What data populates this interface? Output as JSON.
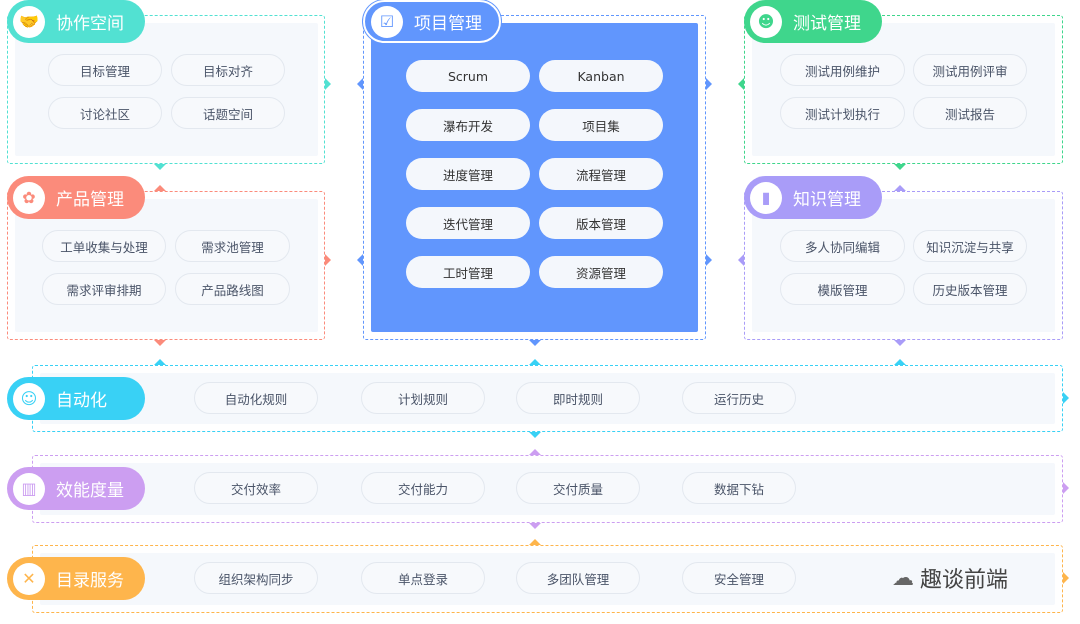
{
  "modules": [
    {
      "id": "collab",
      "title": "协作空间",
      "icon": "handshake-icon",
      "color": "#52e1d2",
      "items": [
        "目标管理",
        "目标对齐",
        "讨论社区",
        "话题空间"
      ]
    },
    {
      "id": "product",
      "title": "产品管理",
      "icon": "grid-icon",
      "color": "#fb8b7b",
      "items": [
        "工单收集与处理",
        "需求池管理",
        "需求评审排期",
        "产品路线图"
      ]
    },
    {
      "id": "project",
      "title": "项目管理",
      "icon": "folder-checklist-icon",
      "color": "#6196fd",
      "items": [
        "Scrum",
        "Kanban",
        "瀑布开发",
        "项目集",
        "进度管理",
        "流程管理",
        "迭代管理",
        "版本管理",
        "工时管理",
        "资源管理"
      ]
    },
    {
      "id": "testing",
      "title": "测试管理",
      "icon": "tester-icon",
      "color": "#3fd68c",
      "items": [
        "测试用例维护",
        "测试用例评审",
        "测试计划执行",
        "测试报告"
      ]
    },
    {
      "id": "knowledge",
      "title": "知识管理",
      "icon": "book-icon",
      "color": "#a99cf8",
      "items": [
        "多人协同编辑",
        "知识沉淀与共享",
        "模版管理",
        "历史版本管理"
      ]
    },
    {
      "id": "automation",
      "title": "自动化",
      "icon": "robot-icon",
      "color": "#39d1f5",
      "items": [
        "自动化规则",
        "计划规则",
        "即时规则",
        "运行历史"
      ]
    },
    {
      "id": "metrics",
      "title": "效能度量",
      "icon": "chart-bar-icon",
      "color": "#cc9ef1",
      "items": [
        "交付效率",
        "交付能力",
        "交付质量",
        "数据下钻"
      ]
    },
    {
      "id": "directory",
      "title": "目录服务",
      "icon": "tools-icon",
      "color": "#feb54c",
      "items": [
        "组织架构同步",
        "单点登录",
        "多团队管理",
        "安全管理"
      ]
    }
  ],
  "watermark": "趣谈前端"
}
